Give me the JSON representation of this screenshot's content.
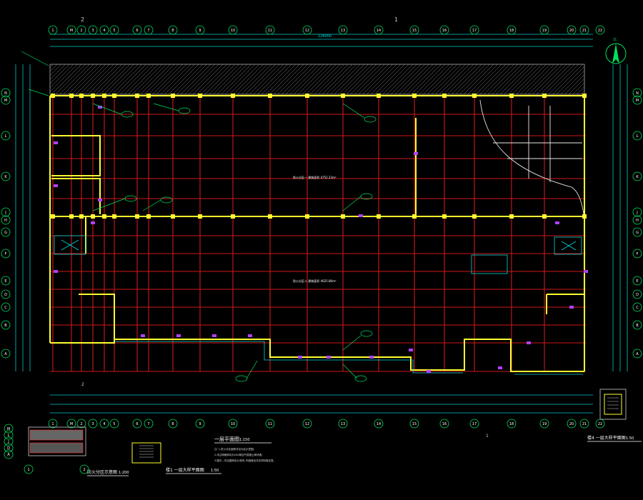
{
  "drawing": {
    "top_marks": [
      "2",
      "1"
    ],
    "top_axes": [
      "1",
      "M",
      "2",
      "3",
      "4",
      "5",
      "6",
      "7",
      "8",
      "9",
      "10",
      "11",
      "12",
      "13",
      "14",
      "15",
      "16",
      "17",
      "18",
      "19",
      "20",
      "21",
      "22"
    ],
    "top_axes_short": [
      "1",
      "M",
      "2",
      "3",
      "4",
      "5",
      "6",
      "8",
      "10",
      "12",
      "14",
      "16",
      "18",
      "20",
      "22"
    ],
    "bottom_axes": [
      "1",
      "M",
      "2",
      "3",
      "4",
      "5",
      "6",
      "7",
      "8",
      "9",
      "10",
      "11",
      "12",
      "13",
      "14",
      "15",
      "16",
      "17",
      "18",
      "19",
      "20",
      "21",
      "22"
    ],
    "left_rows": [
      "N",
      "M",
      "L",
      "K",
      "J",
      "H",
      "G",
      "F",
      "E",
      "D",
      "C",
      "B",
      "A"
    ],
    "right_rows": [
      "N",
      "M",
      "L",
      "K",
      "J",
      "H",
      "G",
      "F",
      "E",
      "D",
      "C",
      "B",
      "A"
    ],
    "dimension_total": "126000",
    "north_label": "北",
    "main_title": "一层平面图",
    "main_scale": "1:150",
    "notes": [
      "注: 1.防火分区面积详见分区示意图。",
      "2.未注明墙体均为200厚加气混凝土砌块墙。",
      "3.图中—详见建筑设计说明, 构造做法详见材料做法表。"
    ],
    "room_label_1": "防火分区一 建筑面积 4752.23m²",
    "room_label_2": "防火分区二 建筑面积 4625.86m²",
    "inset_left_title": "防火分区示意图",
    "inset_left_scale": "1:200",
    "inset_mid_title": "楼1 一层大样平面图",
    "inset_mid_scale": "1:50",
    "inset_right_title": "楼4 一层大样平面图",
    "inset_right_scale": "1:50",
    "inset_left_axes": [
      "M",
      "L",
      "J",
      "D",
      "A"
    ],
    "inset_left_bottom": [
      "1",
      "2"
    ]
  }
}
